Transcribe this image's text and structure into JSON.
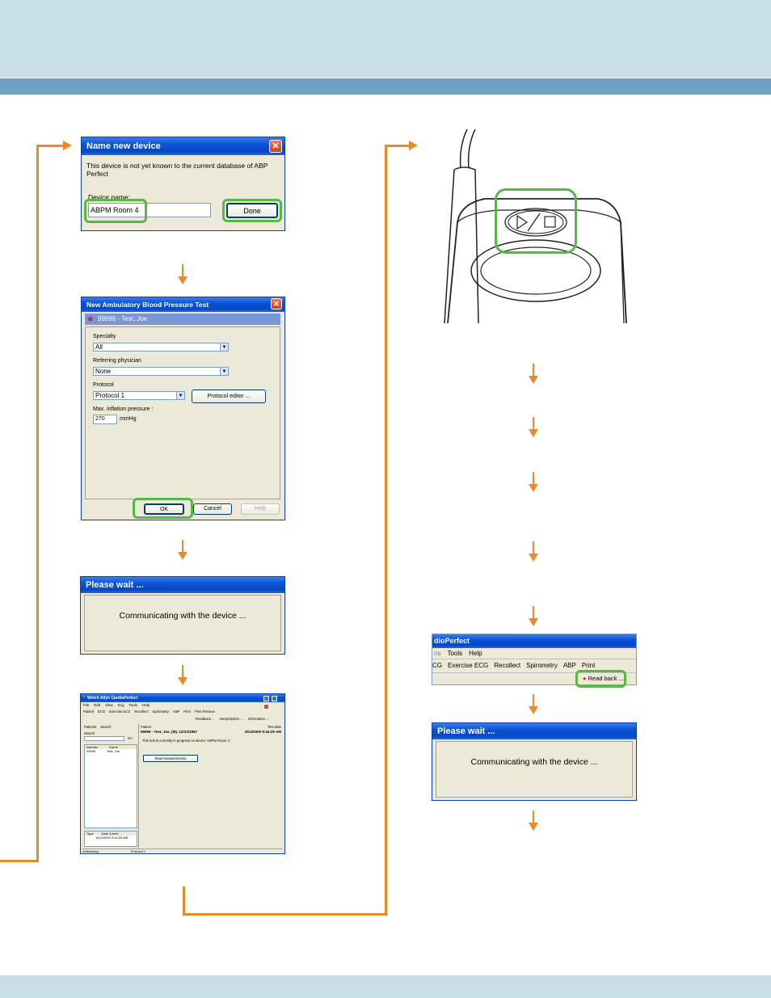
{
  "name_device_dialog": {
    "title": "Name new device",
    "message": "This device is not yet known to the current database of ABP Perfect",
    "field_label": "Device name:",
    "field_value": "ABPM Room 4",
    "done_label": "Done",
    "close_glyph": "✕"
  },
  "new_test_dialog": {
    "title": "New Ambulatory Blood Pressure Test",
    "patient_header": "99999 - Test, Joe",
    "specialty_label": "Specialty",
    "specialty_value": "All",
    "physician_label": "Referring physician",
    "physician_value": "None",
    "protocol_label": "Protocol",
    "protocol_value": "Protocol 1",
    "protocol_editor_label": "Protocol editor ...",
    "pressure_label": "Max. inflation pressure :",
    "pressure_value": "270",
    "pressure_unit": "mmHg",
    "ok_label": "OK",
    "cancel_label": "Cancel",
    "help_label": "Help",
    "close_glyph": "✕"
  },
  "please_wait_1": {
    "title": "Please wait ...",
    "message": "Communicating with the device ..."
  },
  "cardioperfect_window": {
    "title": "Welch Allyn CardioPerfect",
    "menu": [
      "File",
      "Edit",
      "View",
      "Ecg",
      "Tools",
      "Help"
    ],
    "toolbar": [
      "Patient",
      "ECG",
      "Exercise ECG",
      "Recollect",
      "Spirometry",
      "ABP",
      "Print",
      "Print Preview"
    ],
    "toolbar2": [
      "Readback ...",
      "Interpretation ...",
      "Information ..."
    ],
    "tabs": [
      "Patients",
      "Search"
    ],
    "search_label": "Search",
    "go_label": "Go",
    "list_headers": [
      "Number",
      "Name"
    ],
    "list_row": [
      "99999",
      "Test, Joe"
    ],
    "test_headers": [
      "Type",
      "Date & time"
    ],
    "test_row": "8/14/2000 9:44:29 AM",
    "patient_label": "Patient",
    "patient_value": "99999 - Test, Joe, (M), 12/13/1967",
    "testdate_label": "Test date",
    "testdate_value": "8/14/2000 9:44:29 AM",
    "progress_msg": "This test is currently in progress on device 'ABPM Room 4'.",
    "read_button": "Read measurements",
    "status_left": "Ambulatory",
    "status_mid": "Protocol 1"
  },
  "toolbar_crop": {
    "title": "dioPerfect",
    "menu": [
      "ns",
      "Tools",
      "Help"
    ],
    "items": [
      "CG",
      "Exercise ECG",
      "Recollect",
      "Spirometry",
      "ABP",
      "Print"
    ],
    "readback_label": "Read back ..."
  },
  "please_wait_2": {
    "title": "Please wait ...",
    "message": "Communicating with the device ..."
  },
  "colors": {
    "band": "#c8dfe9",
    "stripe": "#6da3c1",
    "arrow": "#e8892c",
    "highlight": "#57b847",
    "xp_blue": "#0a52d6",
    "xp_face": "#ece9d8"
  }
}
